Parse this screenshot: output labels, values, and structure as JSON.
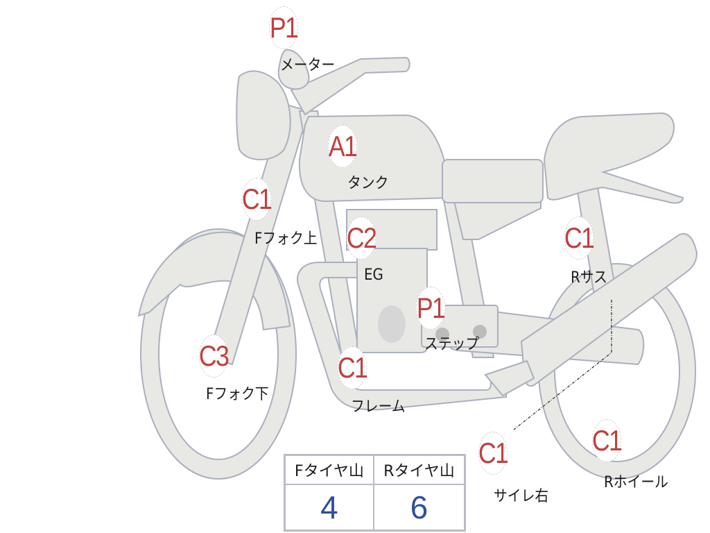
{
  "diagram": {
    "subject": "motorcycle inspection grade diagram",
    "colors": {
      "part_fill": "#e8e8e5",
      "part_stroke": "#a9afbd",
      "grade_text": "#c0403e",
      "value_text": "#2d4f9c",
      "label_text": "#1c1a1a"
    },
    "parts": [
      {
        "id": "meter",
        "grade": "P1",
        "label": "メーター"
      },
      {
        "id": "tank",
        "grade": "A1",
        "label": "タンク"
      },
      {
        "id": "f-fork-upper",
        "grade": "C1",
        "label": "Fフォク上"
      },
      {
        "id": "engine",
        "grade": "C2",
        "label": "EG"
      },
      {
        "id": "step",
        "grade": "P1",
        "label": "ステップ"
      },
      {
        "id": "f-fork-lower",
        "grade": "C3",
        "label": "Fフォク下"
      },
      {
        "id": "frame",
        "grade": "C1",
        "label": "フレーム"
      },
      {
        "id": "r-suspension",
        "grade": "C1",
        "label": "Rサス"
      },
      {
        "id": "muffler-right",
        "grade": "C1",
        "label": "サイレ右"
      },
      {
        "id": "r-wheel",
        "grade": "C1",
        "label": "Rホイール"
      }
    ],
    "tire_tread_table": {
      "headers": [
        "Fタイヤ山",
        "Rタイヤ山"
      ],
      "values": [
        "4",
        "6"
      ]
    }
  }
}
